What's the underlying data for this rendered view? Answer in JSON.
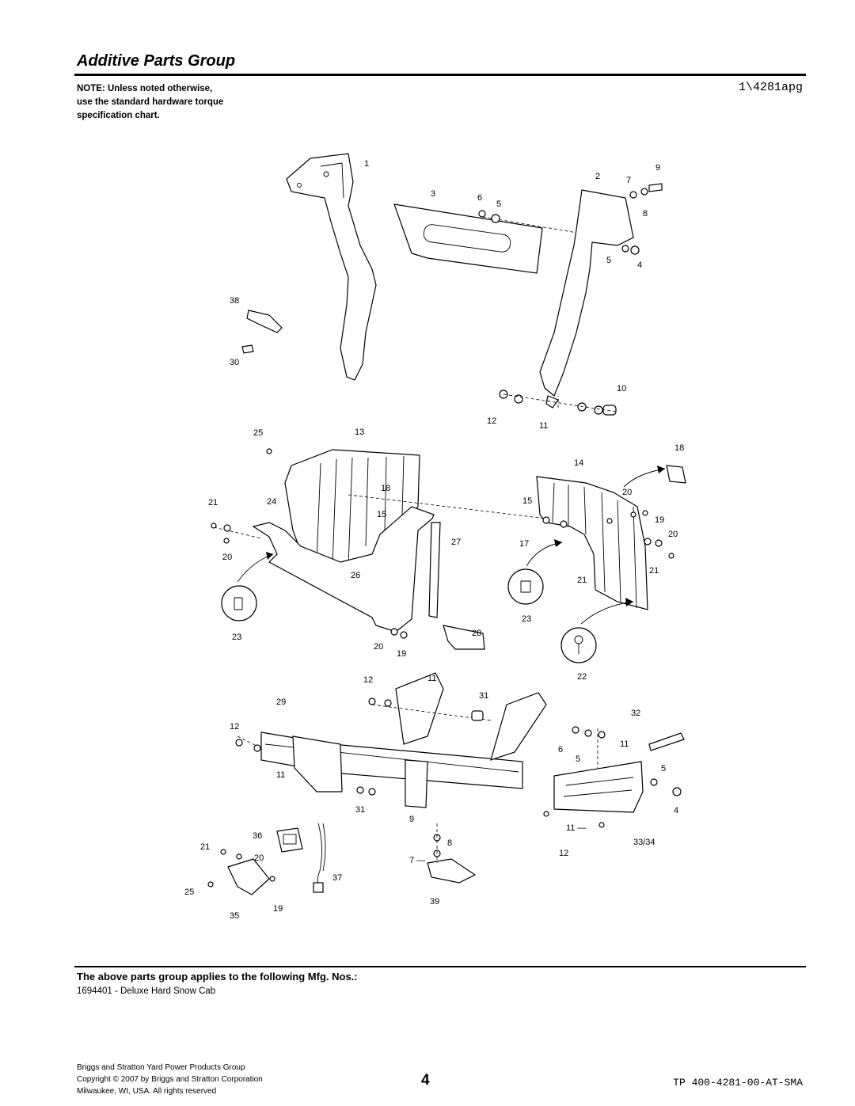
{
  "header": {
    "title": "Additive Parts Group",
    "note_lines": [
      "NOTE: Unless noted otherwise,",
      "use the standard hardware torque",
      "specification chart."
    ],
    "drawing_code": "1\\4281apg"
  },
  "callouts": {
    "c1": "1",
    "c2": "2",
    "c3": "3",
    "c4": "4",
    "c5a": "5",
    "c5b": "5",
    "c6": "6",
    "c7": "7",
    "c8": "8",
    "c9": "9",
    "c10": "10",
    "c11": "11",
    "c12": "12",
    "c38": "38",
    "c30": "30",
    "c25": "25",
    "c13": "13",
    "c18a": "18",
    "c15a": "15",
    "c21a": "21",
    "c24": "24",
    "c20a": "20",
    "c27": "27",
    "c26": "26",
    "c23a": "23",
    "c20b": "20",
    "c19a": "19",
    "c28": "28",
    "c18b": "18",
    "c14": "14",
    "c15b": "15",
    "c20c": "20",
    "c19b": "19",
    "c20d": "20",
    "c17": "17",
    "c21b": "21",
    "c21c": "21",
    "c23b": "23",
    "c22": "22",
    "c12b": "12",
    "c11b": "11",
    "c31a": "31",
    "c29": "29",
    "c12c": "12",
    "c11c": "11",
    "c31b": "31",
    "c32": "32",
    "c6b": "6",
    "c11d": "11",
    "c5c": "5",
    "c5d": "5",
    "c4b": "4",
    "c11e": "11 —",
    "c12d": "12",
    "c3334": "33/34",
    "c36": "36",
    "c21d": "21",
    "c20e": "20",
    "c25b": "25",
    "c37": "37",
    "c35": "35",
    "c19c": "19",
    "c9b": "9",
    "c8b": "8",
    "c7b": "7 —",
    "c39": "39"
  },
  "applies": {
    "heading": "The above parts group applies to the following Mfg. Nos.:",
    "models": [
      "1694401 - Deluxe Hard Snow Cab"
    ]
  },
  "footer": {
    "lines": [
      "Briggs and Stratton Yard Power Products Group",
      "Copyright © 2007 by Briggs and Stratton Corporation",
      "Milwaukee, WI, USA. All rights reserved"
    ],
    "page_number": "4",
    "doc_number": "TP 400-4281-00-AT-SMA"
  }
}
